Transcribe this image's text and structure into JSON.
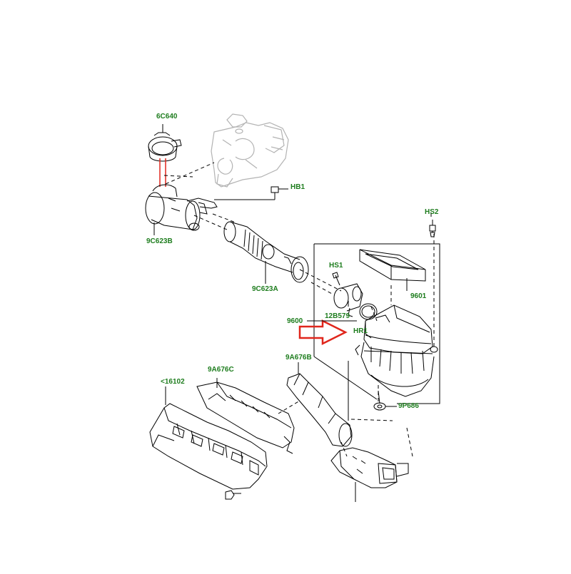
{
  "colors": {
    "label": "#1e7d1e",
    "arrow": "#e0261c",
    "line": "#000000",
    "ghost": "#b3b3b3",
    "background": "#ffffff"
  },
  "labels": {
    "clamp_upper": "6C640",
    "bolt_hb1": "HB1",
    "resonator": "9C623B",
    "hose": "9C623A",
    "bolt_hs2": "HS2",
    "screw_hs1": "HS1",
    "filter_element": "9601",
    "air_cleaner": "9600",
    "sensor": "12B579",
    "seal_hr1": "HR1",
    "duct_b": "9A676B",
    "duct_c": "9A676C",
    "panel": "<16102",
    "grommet": "9P686"
  },
  "highlight": {
    "icon": "red-outline-arrow",
    "points_to": "HR1"
  }
}
